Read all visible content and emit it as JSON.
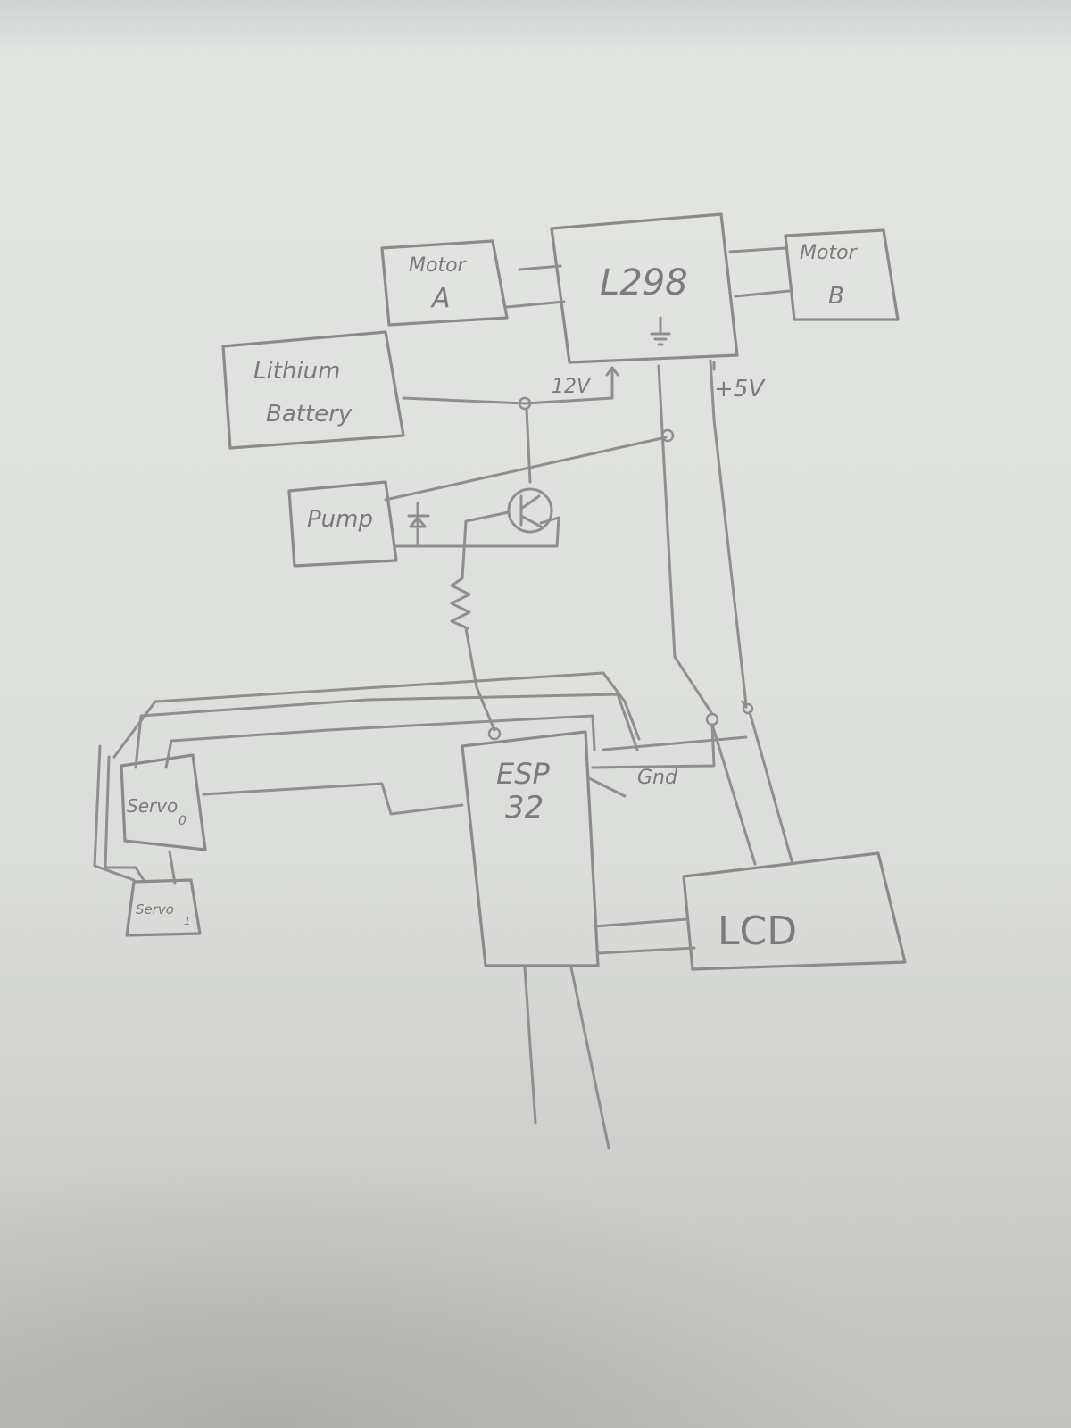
{
  "diagram": {
    "blocks": {
      "motor_a": [
        "Motor",
        "A"
      ],
      "l298": "L298",
      "motor_b": [
        "Motor",
        "B"
      ],
      "battery": [
        "Lithium",
        "Battery"
      ],
      "pump": "Pump",
      "esp32": [
        "ESP",
        "32"
      ],
      "servo_0": "Servo",
      "servo_1": "Servo",
      "lcd": "LCD"
    },
    "labels": {
      "v12": "12V",
      "v5": "+5V",
      "gnd": "Gnd"
    },
    "colors": {
      "paper_top": "#e4e6e3",
      "paper_bottom": "#c4c5c2",
      "pencil": "#8a8b8a"
    }
  }
}
